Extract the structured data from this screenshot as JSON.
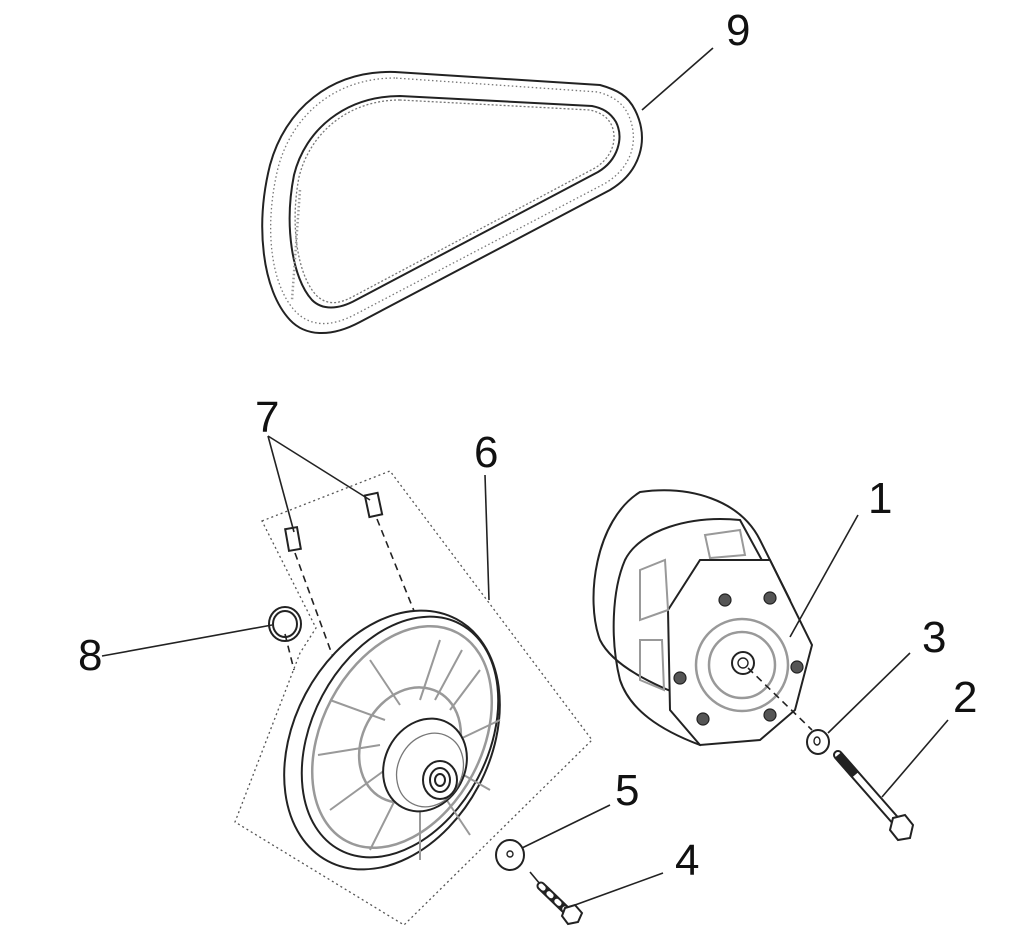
{
  "diagram": {
    "type": "exploded-parts-view",
    "subject": "CVT clutch assembly with drive belt",
    "callouts": [
      {
        "id": "1",
        "label": "1",
        "part": "drive clutch (primary)"
      },
      {
        "id": "2",
        "label": "2",
        "part": "bolt"
      },
      {
        "id": "3",
        "label": "3",
        "part": "washer"
      },
      {
        "id": "4",
        "label": "4",
        "part": "bolt"
      },
      {
        "id": "5",
        "label": "5",
        "part": "washer"
      },
      {
        "id": "6",
        "label": "6",
        "part": "driven clutch assembly (secondary)"
      },
      {
        "id": "7",
        "label": "7",
        "part": "slider / button (x2)"
      },
      {
        "id": "8",
        "label": "8",
        "part": "o-ring"
      },
      {
        "id": "9",
        "label": "9",
        "part": "drive belt"
      }
    ],
    "colors": {
      "line": "#222222",
      "background": "#ffffff",
      "shading": "#999999"
    }
  }
}
